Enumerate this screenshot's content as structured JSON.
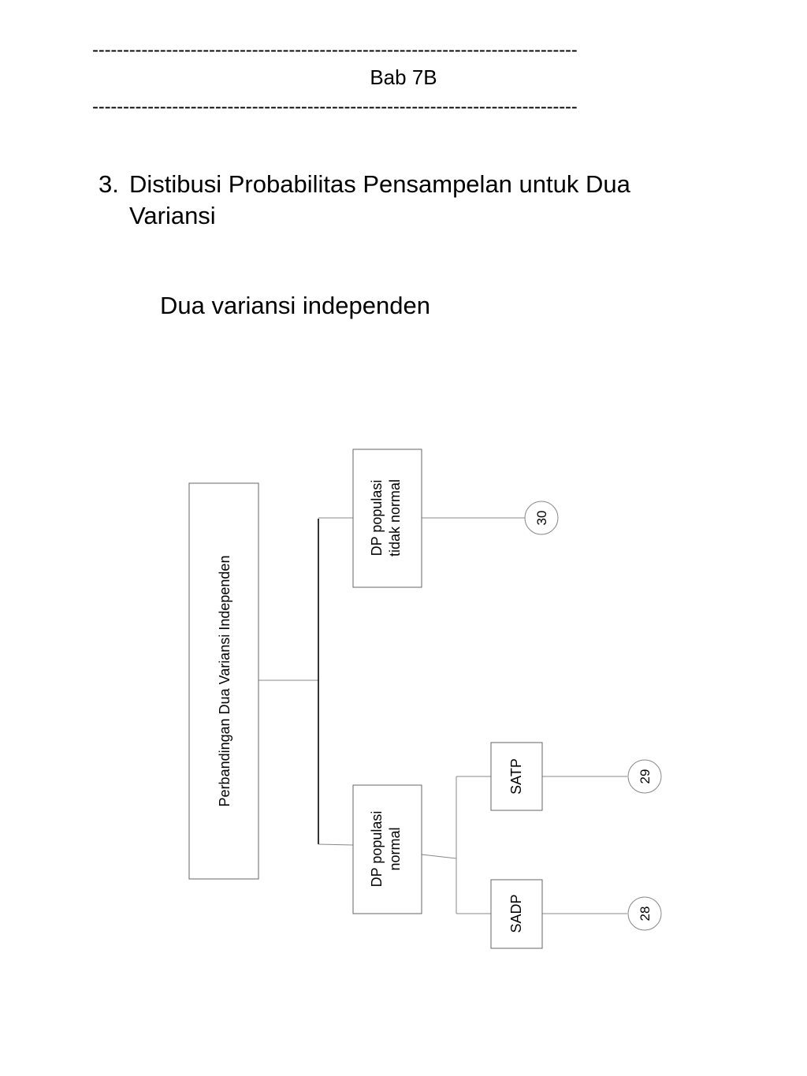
{
  "header": {
    "rule_top": "-------------------------------------------------------------------------------",
    "title": "Bab 7B",
    "rule_bottom": "-------------------------------------------------------------------------------"
  },
  "section": {
    "number": "3.",
    "title": "Distibusi Probabilitas Pensampelan untuk Dua Variansi",
    "subheading": "Dua variansi independen"
  },
  "diagram": {
    "root": "Perbandingan Dua Variansi Independen",
    "branch_non_normal": {
      "line1": "DP populasi",
      "line2": "tidak normal",
      "ref": "30"
    },
    "branch_normal": {
      "line1": "DP populasi",
      "line2": "normal"
    },
    "leaf_satp": {
      "label": "SATP",
      "ref": "29"
    },
    "leaf_sadp": {
      "label": "SADP",
      "ref": "28"
    }
  }
}
